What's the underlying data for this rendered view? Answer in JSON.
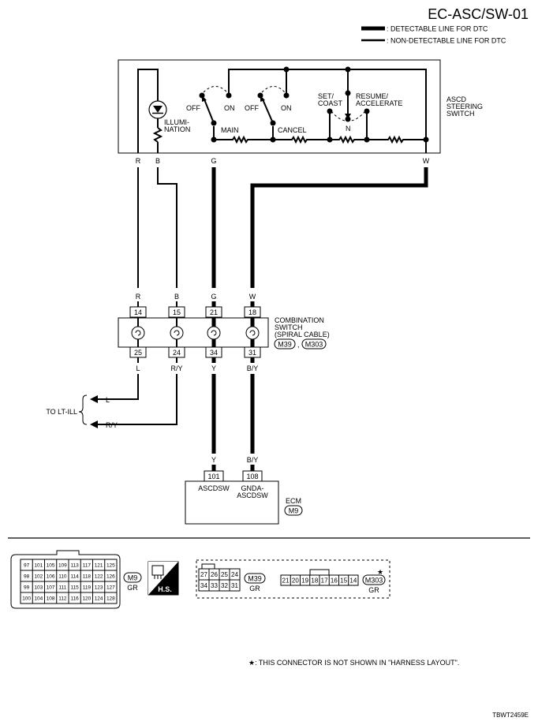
{
  "header": {
    "title": "EC-ASC/SW-01",
    "legend_detectable": ": DETECTABLE LINE FOR DTC",
    "legend_non_detectable": ": NON-DETECTABLE LINE FOR DTC"
  },
  "switch": {
    "name_lines": [
      "ASCD",
      "STEERING",
      "SWITCH"
    ],
    "illumination_lines": [
      "ILLUMI-",
      "NATION"
    ],
    "main_off": "OFF",
    "main_on": "ON",
    "main_label": "MAIN",
    "cancel_off": "OFF",
    "cancel_on": "ON",
    "cancel_label": "CANCEL",
    "set_lines": [
      "SET/",
      "COAST"
    ],
    "resume_lines": [
      "RESUME/",
      "ACCELERATE"
    ],
    "neutral": "N",
    "pins": [
      "R",
      "B",
      "G",
      "W"
    ]
  },
  "combination_switch": {
    "name_lines": [
      "COMBINATION",
      "SWITCH",
      "(SPIRAL CABLE)"
    ],
    "connector_refs": [
      "M39",
      "M303"
    ],
    "ref_separator": ",",
    "top_colors": [
      "R",
      "B",
      "G",
      "W"
    ],
    "top_pins": [
      "14",
      "15",
      "21",
      "18"
    ],
    "bottom_pins": [
      "25",
      "24",
      "34",
      "31"
    ],
    "bottom_colors": [
      "L",
      "R/Y",
      "Y",
      "B/Y"
    ]
  },
  "to_lt_ill": {
    "label": "TO LT-ILL",
    "wires": [
      "L",
      "R/Y"
    ]
  },
  "ecm": {
    "name": "ECM",
    "connector_ref": "M9",
    "wire_colors": [
      "Y",
      "B/Y"
    ],
    "pins": [
      "101",
      "108"
    ],
    "terminal1": "ASCDSW",
    "terminal2_lines": [
      "GNDA-",
      "ASCDSW"
    ]
  },
  "connectors": {
    "m9": {
      "ref": "M9",
      "color": "GR",
      "rows": [
        [
          "97",
          "101",
          "105",
          "109",
          "113",
          "117",
          "121",
          "125"
        ],
        [
          "98",
          "102",
          "106",
          "110",
          "114",
          "118",
          "122",
          "126"
        ],
        [
          "99",
          "103",
          "107",
          "111",
          "115",
          "119",
          "123",
          "127"
        ],
        [
          "100",
          "104",
          "108",
          "112",
          "116",
          "120",
          "124",
          "128"
        ]
      ]
    },
    "hs_label": "H.S.",
    "m39": {
      "ref": "M39",
      "color": "GR",
      "rows": [
        [
          "27",
          "26",
          "25",
          "24"
        ],
        [
          "34",
          "33",
          "32",
          "31"
        ]
      ]
    },
    "m303": {
      "ref": "M303",
      "color": "GR",
      "star": "★",
      "row": [
        "21",
        "20",
        "19",
        "18",
        "17",
        "16",
        "15",
        "14"
      ]
    }
  },
  "footnote": "★: THIS CONNECTOR IS NOT SHOWN IN \"HARNESS LAYOUT\".",
  "figure_code": "TBWT2459E"
}
